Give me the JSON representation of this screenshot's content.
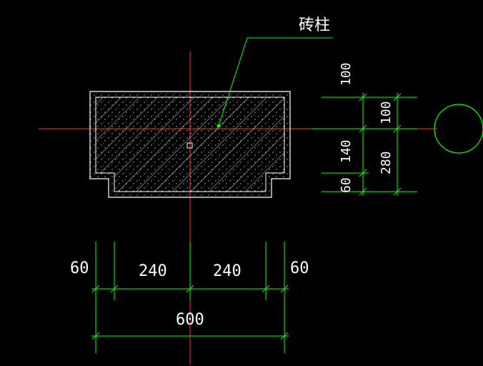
{
  "drawing": {
    "label": "砖柱",
    "colors": {
      "background": "#000000",
      "centerline": "#ff2b2b",
      "dimension": "#00ff00",
      "outline": "#ffffff",
      "hatch": "#ffffff"
    },
    "bottom_dimensions": {
      "segments": [
        "60",
        "240",
        "240",
        "60"
      ],
      "total": "600"
    },
    "right_dimensions": {
      "outer": [
        "100",
        "140",
        "60"
      ],
      "inner": [
        "100",
        "280"
      ]
    },
    "symbols": [
      "section-marker-circle"
    ]
  }
}
